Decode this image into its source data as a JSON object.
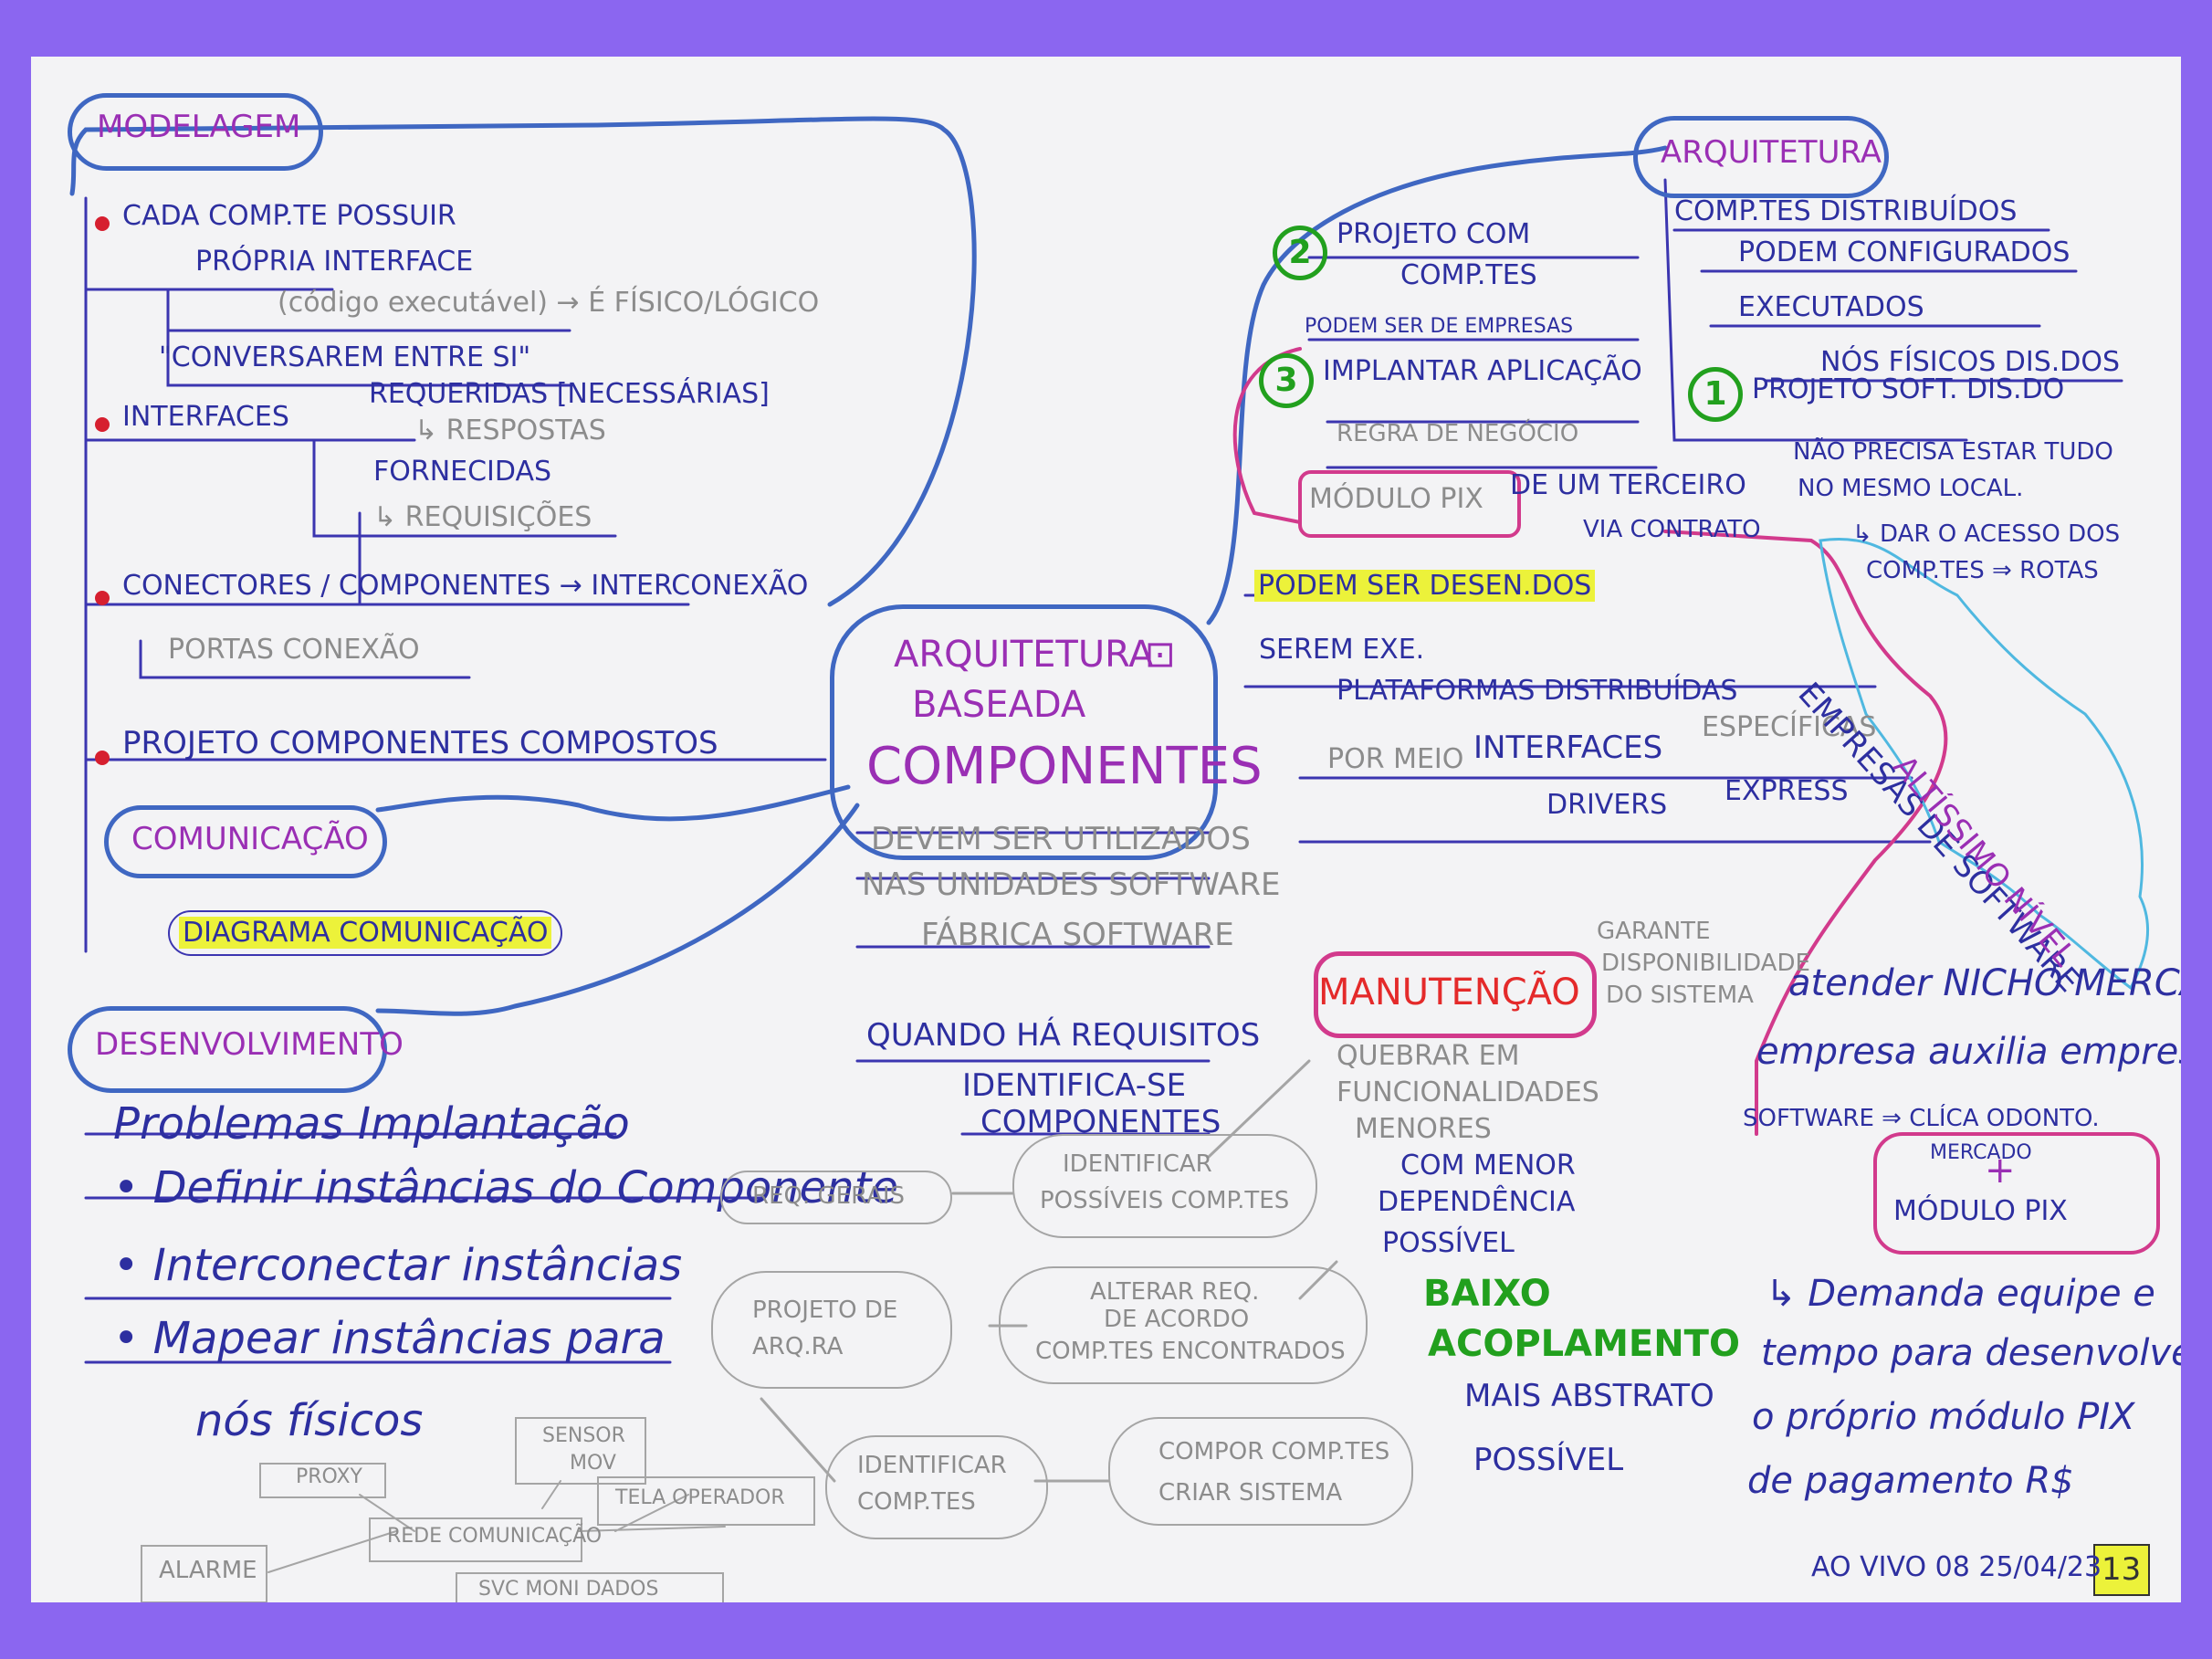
{
  "center": {
    "line1": "ARQUITETURA",
    "line2": "BASEADA",
    "line3": "COMPONENTES"
  },
  "modelagem": {
    "title": "MODELAGEM",
    "cada_compte": "CADA COMP.TE POSSUIR",
    "propria_interface": "PRÓPRIA INTERFACE",
    "codigo": "(código executável) → É FÍSICO/LÓGICO",
    "conversarem": "\"CONVERSAREM ENTRE SI\"",
    "interfaces": "INTERFACES",
    "requeridas": "REQUERIDAS [NECESSÁRIAS]",
    "respostas": "↳ RESPOSTAS",
    "fornecidas": "FORNECIDAS",
    "requisicoes": "↳ REQUISIÇÕES",
    "conectores": "CONECTORES / COMPONENTES → INTERCONEXÃO",
    "portas": "PORTAS CONEXÃO",
    "projeto_comp": "PROJETO COMPONENTES COMPOSTOS"
  },
  "comunicacao": {
    "title": "COMUNICAÇÃO",
    "diagrama": "DIAGRAMA COMUNICAÇÃO"
  },
  "desenvolvimento": {
    "title": "DESENVOLVIMENTO",
    "problemas": "Problemas Implantação",
    "items": [
      "• Definir instâncias do Componente",
      "• Interconectar instâncias",
      "• Mapear instâncias para"
    ],
    "nos_fisicos": "nós físicos"
  },
  "devem": {
    "l1": "DEVEM SER UTILIZADOS",
    "l2": "NAS UNIDADES SOFTWARE",
    "l3": "FÁBRICA SOFTWARE",
    "l4": "QUANDO HÁ REQUISITOS",
    "l5": "IDENTIFICA-SE",
    "l6": "COMPONENTES"
  },
  "flow": {
    "req_gerais": "REQ. GERAIS",
    "identificar_possiveis": [
      "IDENTIFICAR",
      "POSSÍVEIS COMP.TES"
    ],
    "alterar_req": [
      "ALTERAR REQ.",
      "DE ACORDO",
      "COMP.TES ENCONTRADOS"
    ],
    "projeto_arq": [
      "PROJETO DE",
      "ARQ.RA"
    ],
    "identificar_comptes": [
      "IDENTIFICAR",
      "COMP.TES"
    ],
    "compor": [
      "COMPOR COMP.TES",
      "CRIAR SISTEMA"
    ]
  },
  "rede": {
    "proxy": "PROXY",
    "sensor": "SENSOR",
    "sensor_sub": "MOV",
    "rede": "REDE COMUNICAÇÃO",
    "tela": "TELA OPERADOR",
    "alarme": "ALARME",
    "svc": "SVC MONI DADOS"
  },
  "manutencao": {
    "title": "MANUTENÇÃO",
    "garante": [
      "GARANTE",
      "DISPONIBILIDADE",
      "DO SISTEMA"
    ],
    "quebrar": [
      "QUEBRAR EM",
      "FUNCIONALIDADES",
      "MENORES"
    ],
    "com_menor": [
      "COM MENOR",
      "DEPENDÊNCIA",
      "POSSÍVEL"
    ],
    "baixo": [
      "BAIXO",
      "ACOPLAMENTO"
    ],
    "mais_abstrato": [
      "MAIS ABSTRATO",
      "POSSÍVEL"
    ]
  },
  "arquitetura": {
    "title": "ARQUITETURA",
    "distribuidos": "COMP.TES DISTRIBUÍDOS",
    "podem_config": "PODEM CONFIGURADOS",
    "executados": "EXECUTADOS",
    "nos_fisicos": "NÓS FÍSICOS DIS.DOS",
    "projeto_soft": "PROJETO SOFT. DIS.DO",
    "nao_precisa": [
      "NÃO PRECISA ESTAR TUDO",
      "NO MESMO LOCAL."
    ],
    "dar_acesso": [
      "↳ DAR O ACESSO DOS",
      "COMP.TES ⇒ ROTAS"
    ],
    "projeto_com": [
      "PROJETO COM",
      "COMP.TES"
    ],
    "podem_ser_empresas": "PODEM SER DE EMPRESAS",
    "implantar": "IMPLANTAR APLICAÇÃO",
    "regra": "REGRA DE NEGÓCIO",
    "modulo_pix": "MÓDULO PIX",
    "de_terceiro": "DE UM TERCEIRO",
    "via_contrato": "VIA CONTRATO",
    "podem_desen": "PODEM SER DESEN.DOS",
    "serem_exe": "SEREM EXE.",
    "plataformas": "PLATAFORMAS DISTRIBUÍDAS",
    "por_meio": "POR MEIO",
    "interfaces": "INTERFACES",
    "especificas": "ESPECÍFICAS",
    "drivers": "DRIVERS",
    "express": "EXPRESS",
    "num1": "1",
    "num2": "2",
    "num3": "3"
  },
  "empresas": {
    "title": "EMPRESAS DE SOFTWARE",
    "sub": "ALTÍSSIMO NÍVEL",
    "atender": "atender NICHO MERCADO",
    "empresa": "empresa auxilia empresa",
    "software": "SOFTWARE ⇒ CLÍCA ODONTO.",
    "mercado": "MERCADO",
    "modulo": "MÓDULO PIX",
    "plus": "+",
    "demanda": [
      "↳ Demanda equipe e",
      "tempo para desenvolver",
      "o próprio módulo PIX",
      "de pagamento R$"
    ]
  },
  "footer": {
    "date": "AO VIVO 08 25/04/23",
    "page": "13"
  }
}
